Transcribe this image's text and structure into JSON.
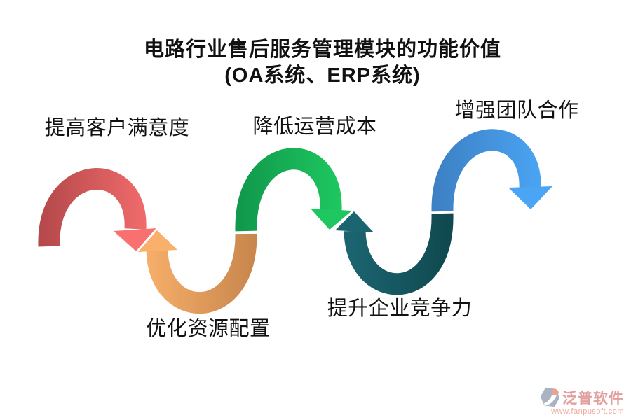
{
  "title": {
    "line1": "电路行业售后服务管理模块的功能价值",
    "line2": "(OA系统、ERP系统)",
    "color": "#111111"
  },
  "steps": [
    {
      "text": "提高客户满意度",
      "color_start": "#b5494b",
      "color_end": "#f97070"
    },
    {
      "text": "优化资源配置",
      "color_start": "#f8b06a",
      "color_end": "#c9874d"
    },
    {
      "text": "降低运营成本",
      "color_start": "#10984c",
      "color_end": "#1ec75f"
    },
    {
      "text": "提升企业竞争力",
      "color_start": "#1b6571",
      "color_end": "#10494f"
    },
    {
      "text": "增强团队合作",
      "color_start": "#3d80c3",
      "color_end": "#4aa5f4"
    }
  ],
  "label_color": "#111111",
  "watermark": {
    "brand": "泛普软件",
    "site": "www.fanpusoft.com",
    "brand_color": "#dd8e8e",
    "site_color": "#ec9e8d",
    "icon_gray": "#9ba6b8",
    "icon_salmon": "#e8947c"
  }
}
